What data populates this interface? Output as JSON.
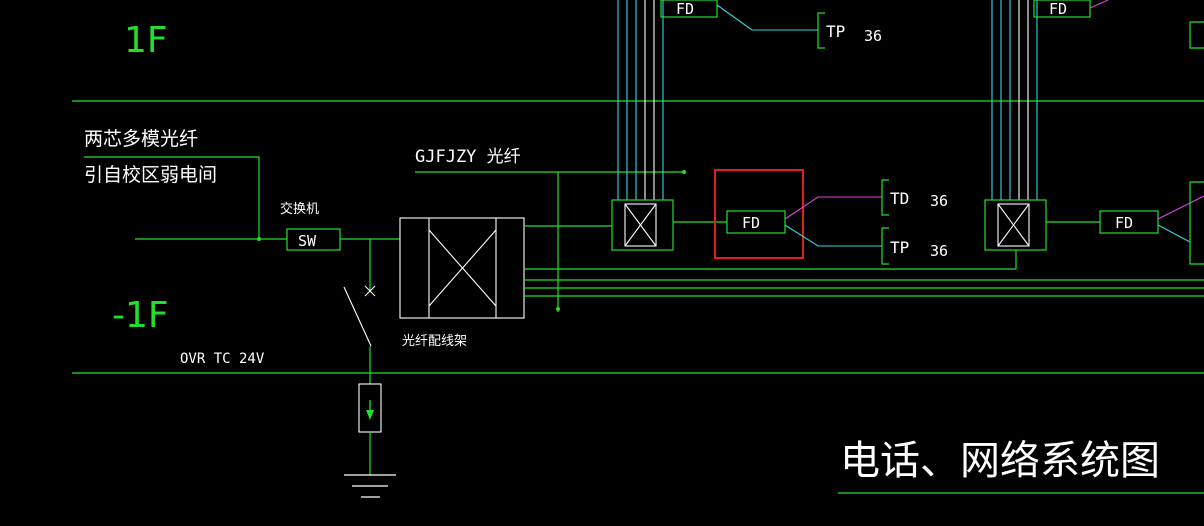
{
  "floors": {
    "upper": "1F",
    "lower": "-1F"
  },
  "notes": {
    "source_line1": "两芯多模光纤",
    "source_line2": "引自校区弱电间",
    "cable": "GJFJZY 光纤",
    "surge": "OVR TC 24V"
  },
  "devices": {
    "switch_caption": "交换机",
    "switch": "SW",
    "odf_caption": "光纤配线架",
    "fd": "FD",
    "td": "TD",
    "tp": "TP",
    "count": "36"
  },
  "title": "电话、网络系统图",
  "colors": {
    "green": "#22e02a",
    "cyan": "#35d5e0",
    "magenta": "#e040e0",
    "white": "#ffffff",
    "highlight": "#e02020"
  }
}
